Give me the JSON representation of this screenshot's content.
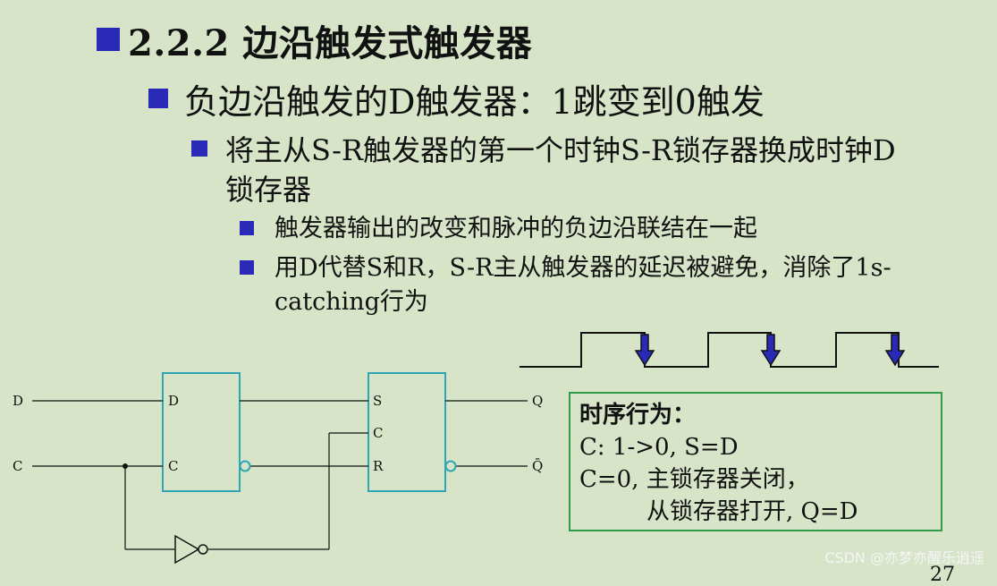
{
  "title": "2.2.2 边沿触发式触发器",
  "bullet1": "负边沿触发的D触发器：1跳变到0触发",
  "bullet2": "将主从S-R触发器的第一个时钟S-R锁存器换成时钟D锁存器",
  "sub_bullets": [
    "触发器输出的改变和脉冲的负边沿联结在一起",
    "用D代替S和R，S-R主从触发器的延迟被避免，消除了1s-catching行为"
  ],
  "circuit": {
    "input_d": "D",
    "input_c": "C",
    "latch1_d": "D",
    "latch1_c": "C",
    "latch2_s": "S",
    "latch2_c": "C",
    "latch2_r": "R",
    "output_q": "Q",
    "output_qbar": "Q̄"
  },
  "timing_box": {
    "heading": "时序行为：",
    "line1": "C: 1->0, S=D",
    "line2": "C=0, 主锁存器关闭，",
    "line3": "从锁存器打开, Q=D"
  },
  "colors": {
    "background": "#d7e4c7",
    "bullet": "#2a2ab8",
    "latch_border": "#2ea6b6",
    "box_border": "#2e9a4a"
  },
  "watermark": "CSDN @亦梦亦醒乐逍遥",
  "page_number_partial": "27"
}
